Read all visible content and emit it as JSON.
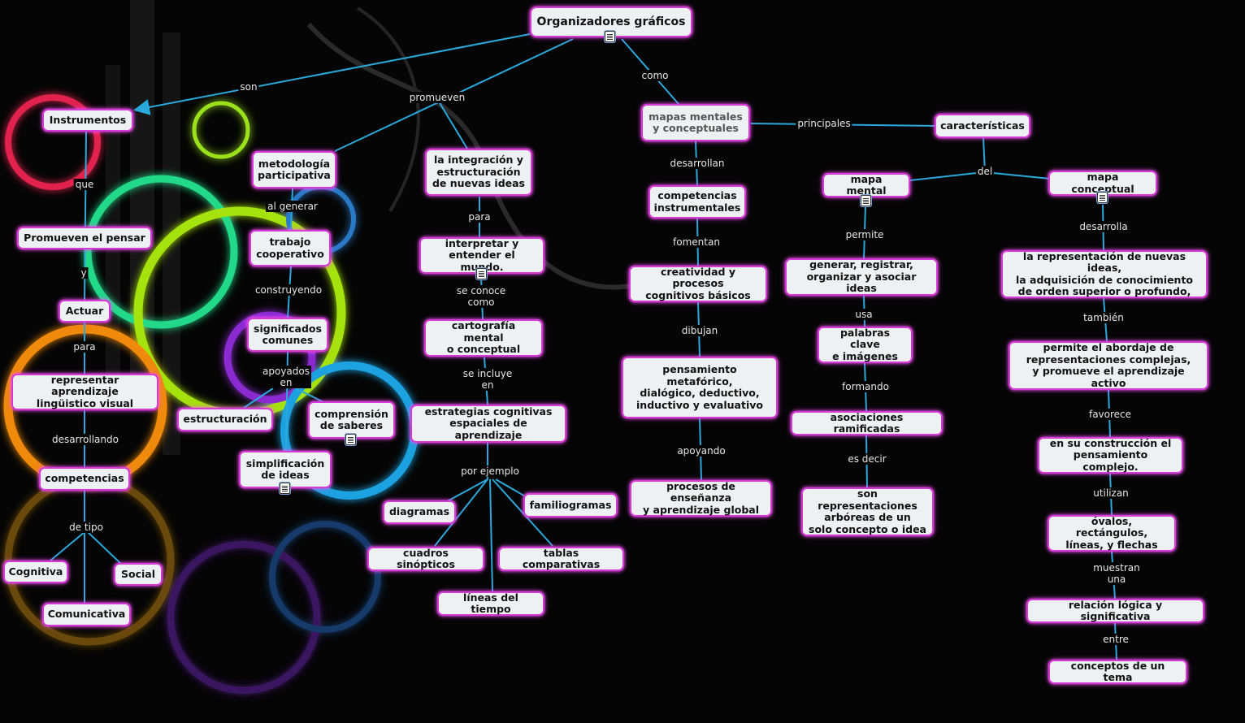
{
  "root": "Organizadores gráficos",
  "nodes": {
    "instrumentos": "Instrumentos",
    "promueven_pensar": "Promueven el pensar",
    "actuar": "Actuar",
    "representar": "representar aprendizaje\nlingüistico visual",
    "competencias": "competencias",
    "cognitiva": "Cognitiva",
    "social": "Social",
    "comunicativa": "Comunicativa",
    "metodologia": "metodología\nparticipativa",
    "trabajo": "trabajo\ncooperativo",
    "significados": "significados\ncomunes",
    "estructuracion": "estructuración",
    "comprension": "comprensión\nde saberes",
    "simplificacion": "simplificación\nde ideas",
    "integracion": "la integración y\nestructuración\nde nuevas ideas",
    "interpretar": "interpretar y\nentender el mundo.",
    "cartografia": "cartografía mental\no conceptual",
    "estrategias": "estrategias cognitivas\nespaciales de aprendizaje",
    "diagramas": "diagramas",
    "familiogramas": "familiogramas",
    "cuadros": "cuadros sinópticos",
    "tablas": "tablas comparativas",
    "lineas": "líneas del tiempo",
    "mapas": "mapas mentales\ny conceptuales",
    "competencias_instr": "competencias\ninstrumentales",
    "creatividad": "creatividad y procesos\ncognitivos básicos",
    "pensamiento": "pensamiento metafórico,\ndialógico, deductivo,\ninductivo y evaluativo",
    "procesos": "procesos de enseñanza\ny aprendizaje global",
    "caracteristicas": "características",
    "mapa_mental": "mapa mental",
    "mapa_conceptual": "mapa conceptual",
    "generar": "generar, registrar,\norganizar y asociar ideas",
    "palabras": "palabras clave\ne imágenes",
    "asociaciones": "asociaciones ramificadas",
    "representaciones": "son representaciones\narbóreas de un\nsolo concepto o idea",
    "representacion_nuevas": "la representación de nuevas ideas,\nla adquisición de conocimiento\nde orden superior o profundo,",
    "abordaje": "permite el abordaje de\nrepresentaciones complejas,\ny promueve el aprendizaje activo",
    "construccion": "en su construcción el\npensamiento complejo.",
    "ovalos": "óvalos, rectángulos,\nlíneas, y flechas",
    "relacion": "relación lógica y significativa",
    "conceptos": "conceptos de un tema"
  },
  "labels": {
    "son": "son",
    "promueven": "promueven",
    "como": "como",
    "que": "que",
    "y": "y",
    "para_actuar": "para",
    "desarrollando": "desarrollando",
    "de_tipo": "de tipo",
    "al_generar": "al generar",
    "construyendo": "construyendo",
    "apoyados_en": "apoyados\nen",
    "para_integracion": "para",
    "se_conoce_como": "se conoce\ncomo",
    "se_incluye_en": "se incluye\nen",
    "por_ejemplo": "por ejemplo",
    "desarrollan": "desarrollan",
    "fomentan": "fomentan",
    "dibujan": "dibujan",
    "apoyando": "apoyando",
    "principales": "principales",
    "del": "del",
    "permite": "permite",
    "usa": "usa",
    "formando": "formando",
    "es_decir": "es decir",
    "desarrolla": "desarrolla",
    "tambien": "también",
    "favorece": "favorece",
    "utilizan": "utilizan",
    "muestran_una": "muestran\nuna",
    "entre": "entre"
  },
  "colors": {
    "background": "#050505",
    "node_fill": "#eef1f2",
    "node_border": "#d63ad6",
    "link": "#2aa9dc",
    "label_text": "#e6e6e6"
  },
  "icons": [
    "document-icon"
  ]
}
